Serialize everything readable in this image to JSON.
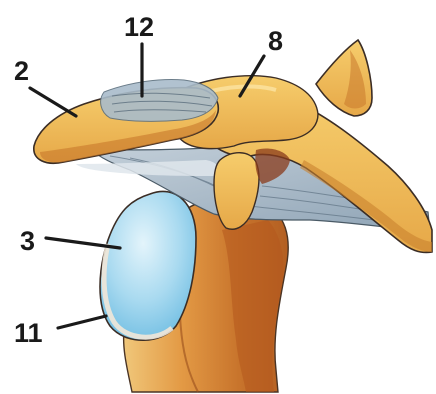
{
  "labels": [
    {
      "id": "2",
      "text": "2"
    },
    {
      "id": "12",
      "text": "12"
    },
    {
      "id": "8",
      "text": "8"
    },
    {
      "id": "3",
      "text": "3"
    },
    {
      "id": "11",
      "text": "11"
    }
  ],
  "colors": {
    "bone_light": "#f3c461",
    "bone_mid": "#e8a646",
    "bone_dark": "#c8782c",
    "bone_shadow": "#a7541c",
    "ligament": "#9fb2c2",
    "ligament_dark": "#6f8596",
    "bursa_fill": "#8fcdea",
    "bursa_light": "#d4eef8",
    "outline": "#3b2d25",
    "label": "#1a1a1a"
  }
}
